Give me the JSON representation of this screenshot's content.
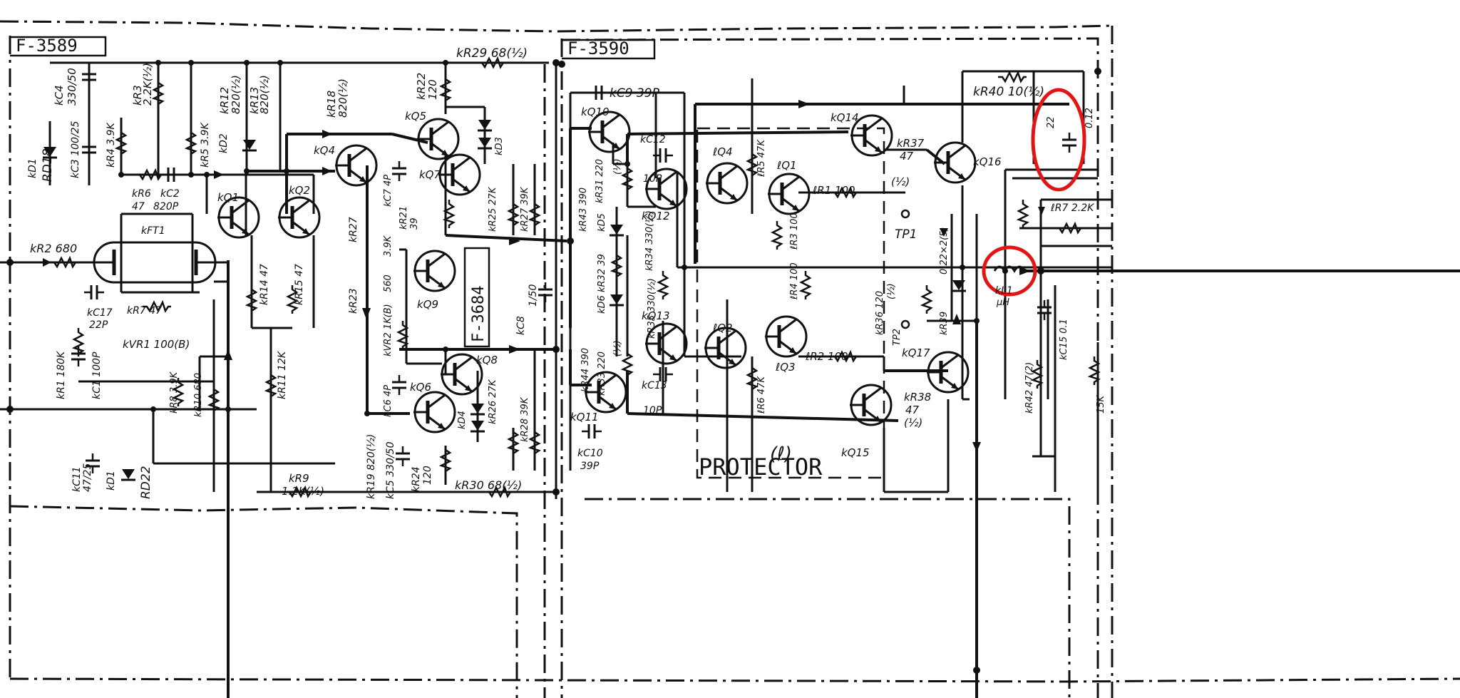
{
  "boards": {
    "left": "F-3589",
    "right": "F-3590",
    "sub": "F-3684"
  },
  "sections": {
    "protector": "PROTECTOR",
    "channel": "(ℓ)"
  },
  "components": {
    "kC4": "kC4",
    "kC4_val": "330/50",
    "kR3": "kR3",
    "kR3_val": "2.2K(½)",
    "kR12": "kR12",
    "kR12_val": "820(½)",
    "kR13": "kR13",
    "kR13_val": "820(½)",
    "kR18": "kR18",
    "kR18_val": "820(½)",
    "kR22": "kR22",
    "kR22_val": "120",
    "kR29": "kR29 68(½)",
    "kC9": "kC9 39P",
    "kR40": "kR40 10(½)",
    "kR37": "kR37",
    "kR37_val": "47",
    "kR37_w": "(½)",
    "kR38": "kR38",
    "kR38_val": "47",
    "kR38_w": "(½)",
    "kQ1": "kQ1",
    "kQ2": "kQ2",
    "kQ4": "kQ4",
    "kQ5": "kQ5",
    "kQ6": "kQ6",
    "kQ7": "kQ7",
    "kQ8": "kQ8",
    "kQ9": "kQ9",
    "kQ10": "kQ10",
    "kQ11": "kQ11",
    "kQ12": "kQ12",
    "kQ13": "kQ13",
    "kQ14": "kQ14",
    "kQ15": "kQ15",
    "kQ16": "kQ16",
    "kQ17": "kQ17",
    "lQ1": "ℓQ1",
    "lQ2": "ℓQ2",
    "lQ3": "ℓQ3",
    "lQ4": "ℓQ4",
    "kD1": "kD1",
    "RD18": "RD18",
    "RD22": "RD22",
    "kC3": "kC3 100/25",
    "kR4": "kR4 3.9K",
    "kR5": "kR5 3.9K",
    "kD2": "kD2",
    "kD3": "kD3",
    "kD4": "kD4",
    "kD5": "kD5",
    "kD6": "kD6",
    "kR6": "kR6",
    "kR6_val": "47",
    "kC2": "kC2",
    "kC2_val": "820P",
    "kFT1": "kFT1",
    "kR2": "kR2 680",
    "kR1": "kR1 180K",
    "kC1": "kC1 100P",
    "kC17": "kC17",
    "kC17_val": "22P",
    "kR7": "kR7 47",
    "kVR1": "kVR1 100(B)",
    "kR8": "kR8 3.9K",
    "kR10": "kR10 680",
    "kR14": "kR14 47",
    "kR15": "kR15 47",
    "kR11": "kR11 12K",
    "kC11": "kC11",
    "kC11_val": "47/25",
    "kR9": "kR9",
    "kR9_val": "1.2K(½)",
    "kR19": "kR19 820(½)",
    "kC5": "kC5 330/50",
    "kR24": "kR24",
    "kR24_val": "120",
    "kR30": "kR30 68(½)",
    "kR27": "kR27",
    "kR23": "kR23",
    "kC7": "kC7 4P",
    "kC6": "kC6 4P",
    "kR21": "kR21",
    "kR21_val": "39",
    "kR25": "kR25 27K",
    "kR26": "kR26 27K",
    "kR27b": "kR27 39K",
    "kR28": "kR28 39K",
    "kVR2": "kVR2 1K(B)",
    "v39K": "3.9K",
    "v560": "560",
    "kC8": "kC8",
    "kC8_val": "1/50",
    "kR43": "kR43 390",
    "kR31": "kR31 220",
    "kR32": "kR32 39",
    "kR44": "kR44 390",
    "kR33": "kR33 220",
    "kR34": "kR34 330(½)",
    "kR35": "kR35 330(½)",
    "half1": "(½)",
    "half2": "(½)",
    "kC12": "kC12",
    "kC12_val": "10P",
    "kC13": "kC13",
    "kC13_val": "10P",
    "kC10": "kC10",
    "kC10_val": "39P",
    "lR5": "ℓR5 47K",
    "lR6": "ℓR6 47K",
    "lR1": "ℓR1 100",
    "lR2": "ℓR2 100",
    "lR3": "ℓR3 100",
    "lR4": "ℓR4 100",
    "TP1": "TP1",
    "TP2": "TP2",
    "kR36": "kR36 120",
    "kR36_w": "(½)",
    "kR39": "kR39",
    "v022": "0.22×2(5)",
    "kL1": "kL1",
    "kL1_val": "μH",
    "kC15": "kC15 0.1",
    "kR42": "kR42 47(2)",
    "lR7": "ℓR7 2.2K",
    "R15K": "15K",
    "v22": "22",
    "v012": "0.12"
  },
  "annotation_color": "#e11515",
  "ink_color": "#111111"
}
